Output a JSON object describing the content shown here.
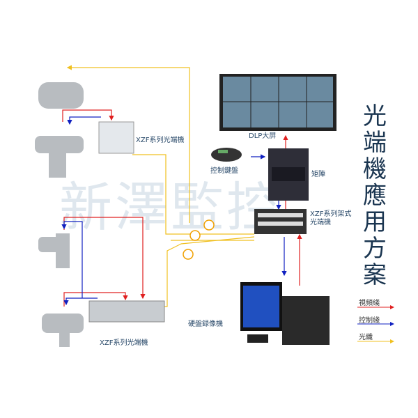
{
  "title": "光端機應用方案",
  "watermark": "新澤監控",
  "labels": {
    "dlp": "DLP大屏",
    "keyboard": "控制鍵盤",
    "matrix": "矩陣",
    "rack": "XZF系列架式光端機",
    "xzf_top": "XZF系列光端機",
    "xzf_bottom": "XZF系列光端機",
    "dvr": "硬盤録像機"
  },
  "legend": [
    {
      "label": "視頻綫",
      "color": "#e02020"
    },
    {
      "label": "控制綫",
      "color": "#1020c0"
    },
    {
      "label": "光纖",
      "color": "#f0c020"
    }
  ]
}
